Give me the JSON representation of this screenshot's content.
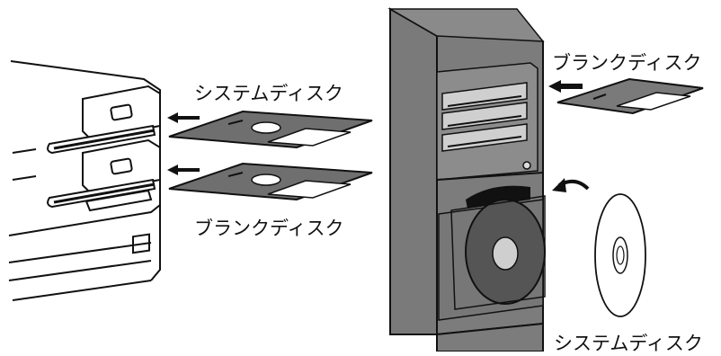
{
  "labels": {
    "left_top": "システムディスク",
    "left_bottom": "ブランクディスク",
    "right_top": "ブランクディスク",
    "right_bottom": "システムディスク"
  }
}
